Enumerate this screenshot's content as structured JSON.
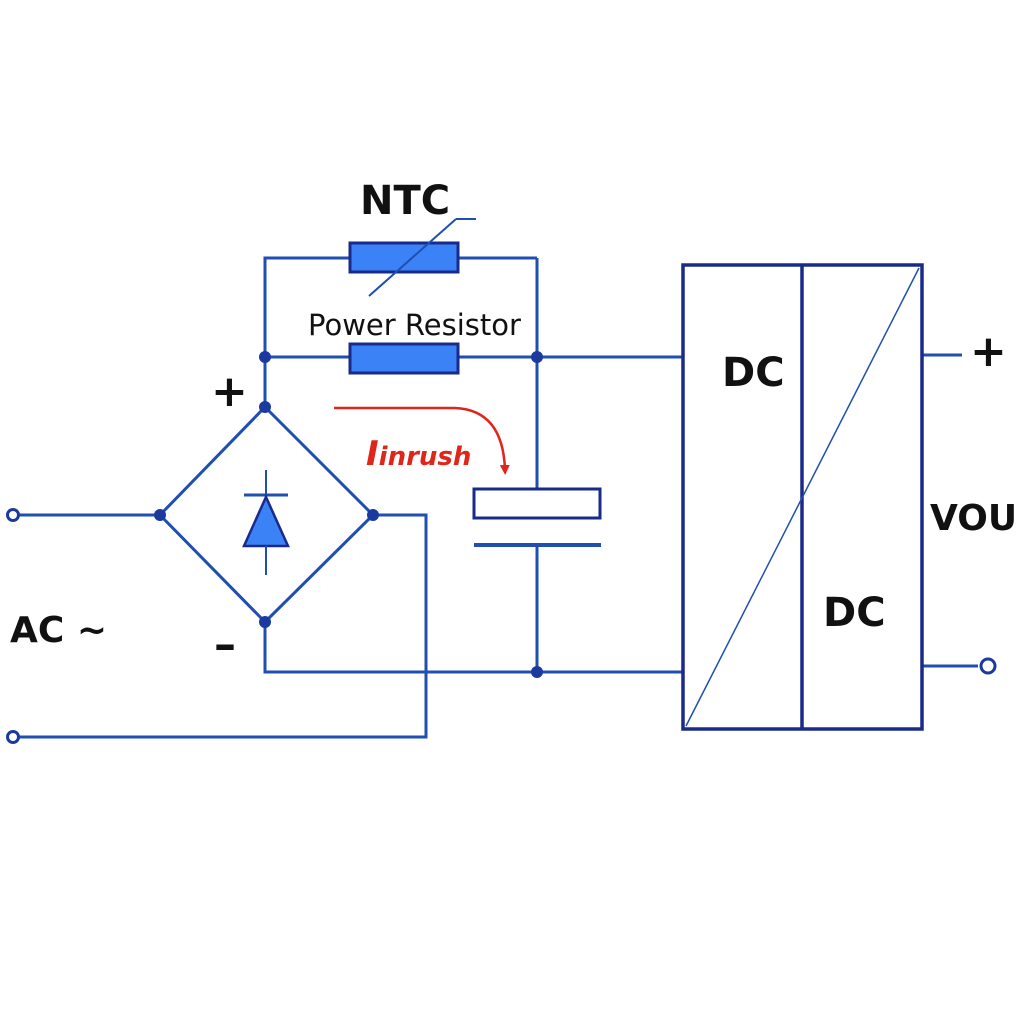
{
  "labels": {
    "ntc": "NTC",
    "power_resistor": "Power Resistor",
    "inrush_main": "I",
    "inrush_sub": "inrush",
    "ac": "AC ~",
    "bridge_plus": "+",
    "bridge_minus": "–",
    "dc_in": "DC",
    "dc_out": "DC",
    "out_plus": "+",
    "vout": "VOU"
  },
  "colors": {
    "wire": "#1f4fb0",
    "block_outline": "#1a2a8a",
    "component_fill": "#3b82f6",
    "inrush_arrow": "#e0251b",
    "text": "#111111"
  }
}
